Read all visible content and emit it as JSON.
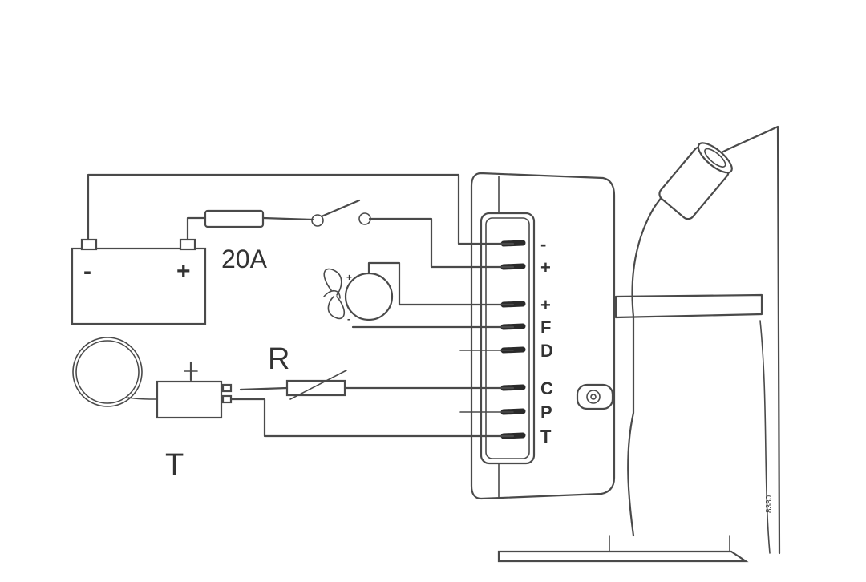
{
  "labels": {
    "fuse_rating": "20A",
    "resistor": "R",
    "thermostat": "T",
    "battery_minus": "-",
    "battery_plus": "+",
    "fan_plus": "+",
    "fan_minus": "-",
    "stamp": "8380"
  },
  "terminals": [
    "-",
    "+",
    "+",
    "F",
    "D",
    "C",
    "P",
    "T"
  ],
  "colors": {
    "line": "#4a4a4a",
    "text": "#333333",
    "background": "#ffffff"
  }
}
